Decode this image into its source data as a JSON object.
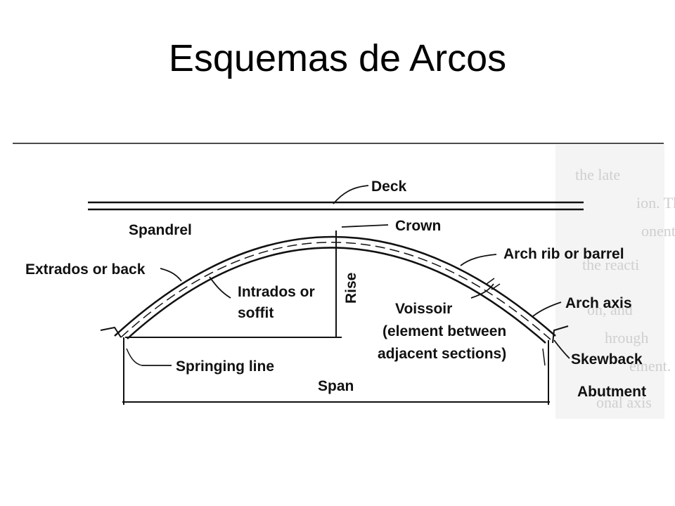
{
  "title": "Esquemas de Arcos",
  "labels": {
    "deck": "Deck",
    "spandrel": "Spandrel",
    "crown": "Crown",
    "extrados": "Extrados or back",
    "arch_rib": "Arch rib or barrel",
    "rise": "Rise",
    "intrados_1": "Intrados or",
    "intrados_2": "soffit",
    "voissoir_1": "Voissoir",
    "voissoir_2": "(element between",
    "voissoir_3": "adjacent sections)",
    "arch_axis": "Arch axis",
    "skewback": "Skewback",
    "springing_line": "Springing line",
    "span": "Span",
    "abutment": "Abutment"
  },
  "background_text": [
    "the late",
    "ion. Th",
    "onents m",
    "the reacti",
    "on, and",
    "hrough",
    "ement.",
    "onal axis"
  ],
  "colors": {
    "ink": "#111111",
    "background_text": "#cfcfcf"
  }
}
